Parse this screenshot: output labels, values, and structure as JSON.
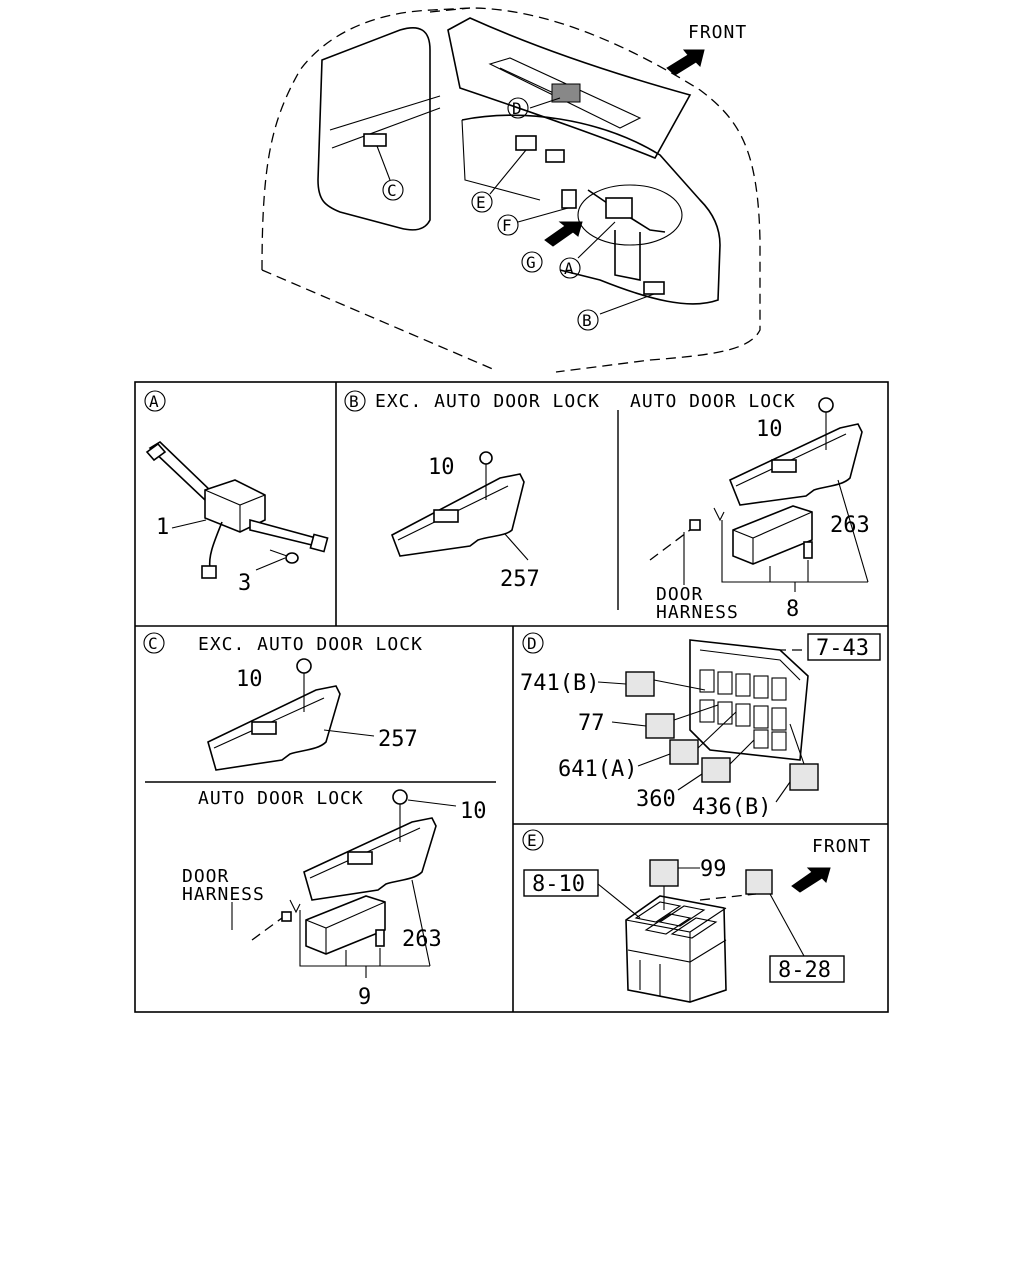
{
  "overview": {
    "front_label": "FRONT",
    "callouts": [
      "A",
      "B",
      "C",
      "D",
      "E",
      "F",
      "G"
    ]
  },
  "panel_a": {
    "letter": "A",
    "parts": [
      "1",
      "3"
    ]
  },
  "panel_b": {
    "letter": "B",
    "exc_title": "EXC. AUTO DOOR LOCK",
    "exc_parts": [
      "10",
      "257"
    ],
    "auto_title": "AUTO DOOR LOCK",
    "auto_parts": [
      "10",
      "263",
      "8"
    ],
    "door_harness": [
      "DOOR",
      "HARNESS"
    ]
  },
  "panel_c": {
    "letter": "C",
    "exc_title": "EXC. AUTO DOOR LOCK",
    "exc_parts": [
      "10",
      "257"
    ],
    "auto_title": "AUTO DOOR LOCK",
    "auto_parts": [
      "10",
      "263",
      "9"
    ],
    "door_harness": [
      "DOOR",
      "HARNESS"
    ]
  },
  "panel_d": {
    "letter": "D",
    "ref_box": "7-43",
    "parts": [
      "741(B)",
      "77",
      "641(A)",
      "360",
      "436(B)"
    ]
  },
  "panel_e": {
    "letter": "E",
    "front_label": "FRONT",
    "ref_boxes": [
      "8-10",
      "8-28"
    ],
    "parts": [
      "99"
    ]
  }
}
